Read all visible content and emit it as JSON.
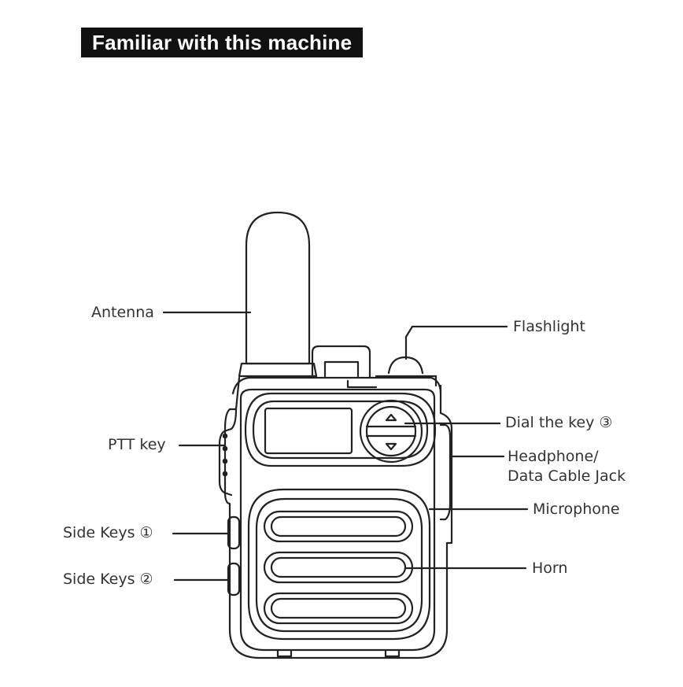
{
  "title": "Familiar with this machine",
  "labels": {
    "antenna": "Antenna",
    "flashlight": "Flashlight",
    "ptt_key": "PTT key",
    "dial_key": "Dial the key ③",
    "headphone_line1": "Headphone/",
    "headphone_line2": "Data Cable Jack",
    "microphone": "Microphone",
    "side_keys_1": "Side Keys ①",
    "side_keys_2": "Side Keys ②",
    "horn": "Horn"
  },
  "colors": {
    "banner_bg": "#111111",
    "banner_text": "#ffffff",
    "line_art": "#222222",
    "label_text": "#333333"
  }
}
